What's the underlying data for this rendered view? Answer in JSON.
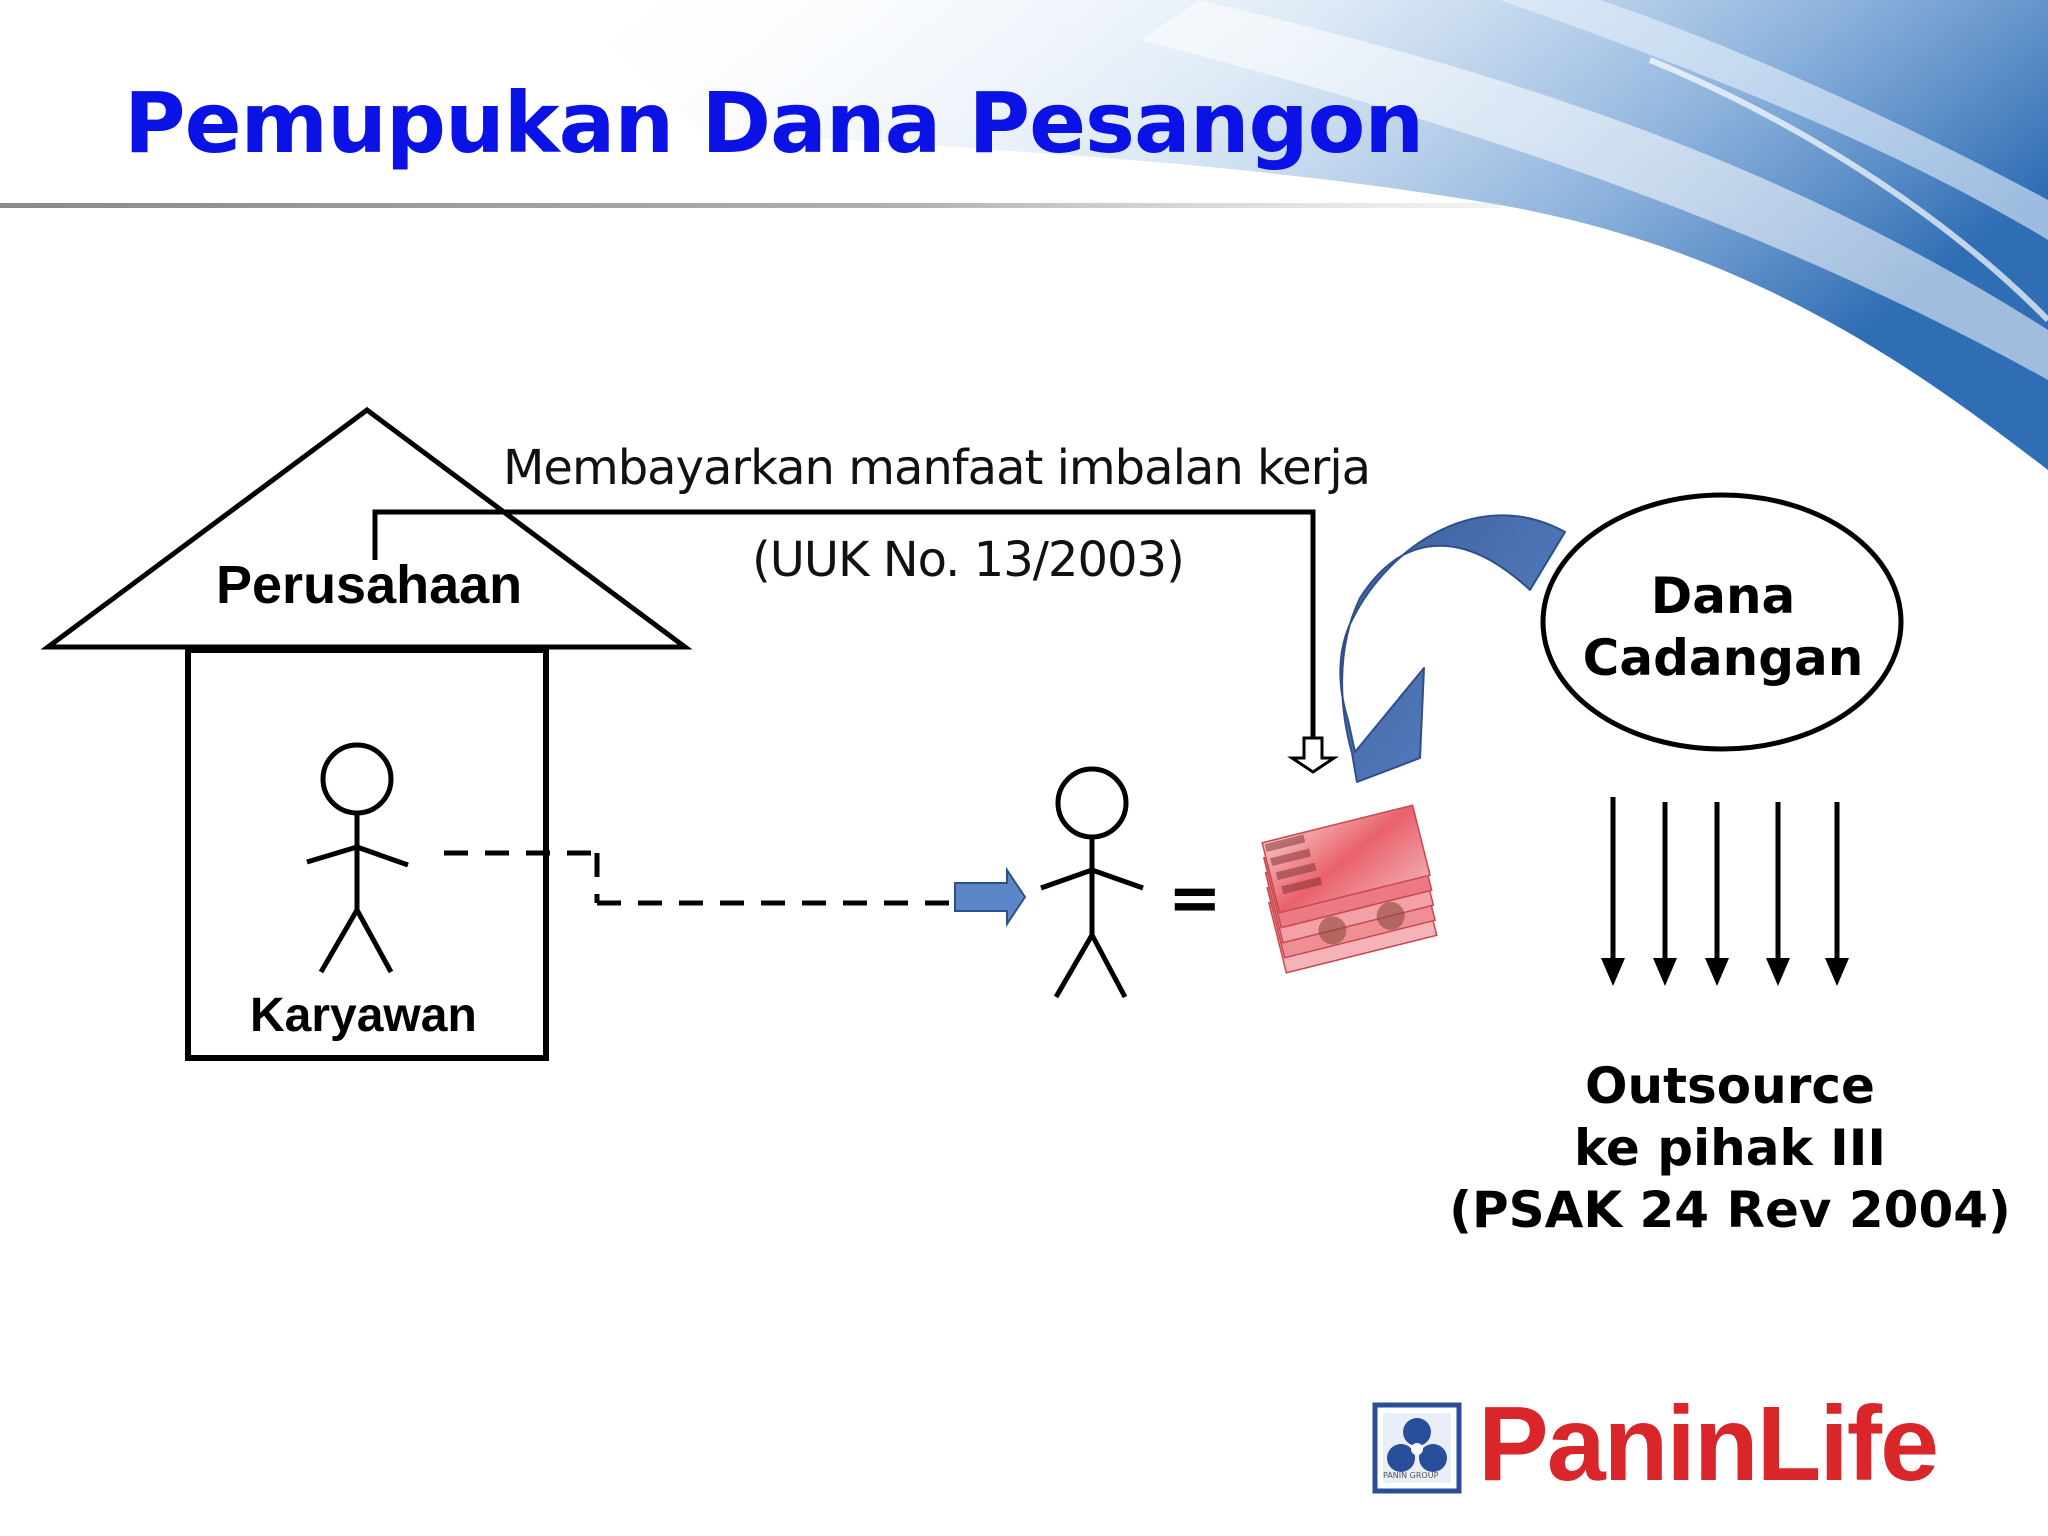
{
  "title": "Pemupukan Dana Pesangon",
  "flow_label": {
    "line1": "Membayarkan manfaat imbalan kerja",
    "line2": "(UUK No. 13/2003)"
  },
  "company": "Perusahaan",
  "employee": "Karyawan",
  "equals": "=",
  "reserve": {
    "line1": "Dana",
    "line2": "Cadangan"
  },
  "outsource": {
    "line1": "Outsource",
    "line2": "ke pihak III",
    "line3": "(PSAK 24 Rev 2004)"
  },
  "logo": {
    "name": "PaninLife",
    "group": "PANIN GROUP"
  },
  "colors": {
    "title": "#0b12e6",
    "curved_arrow": "#4a73b5",
    "logo_red": "#d8262a",
    "logo_blue": "#2a4f9a"
  },
  "icons": [
    "house-outline",
    "stick-figure-icon",
    "money-icon",
    "curved-arrow",
    "logo-emblem-icon"
  ]
}
